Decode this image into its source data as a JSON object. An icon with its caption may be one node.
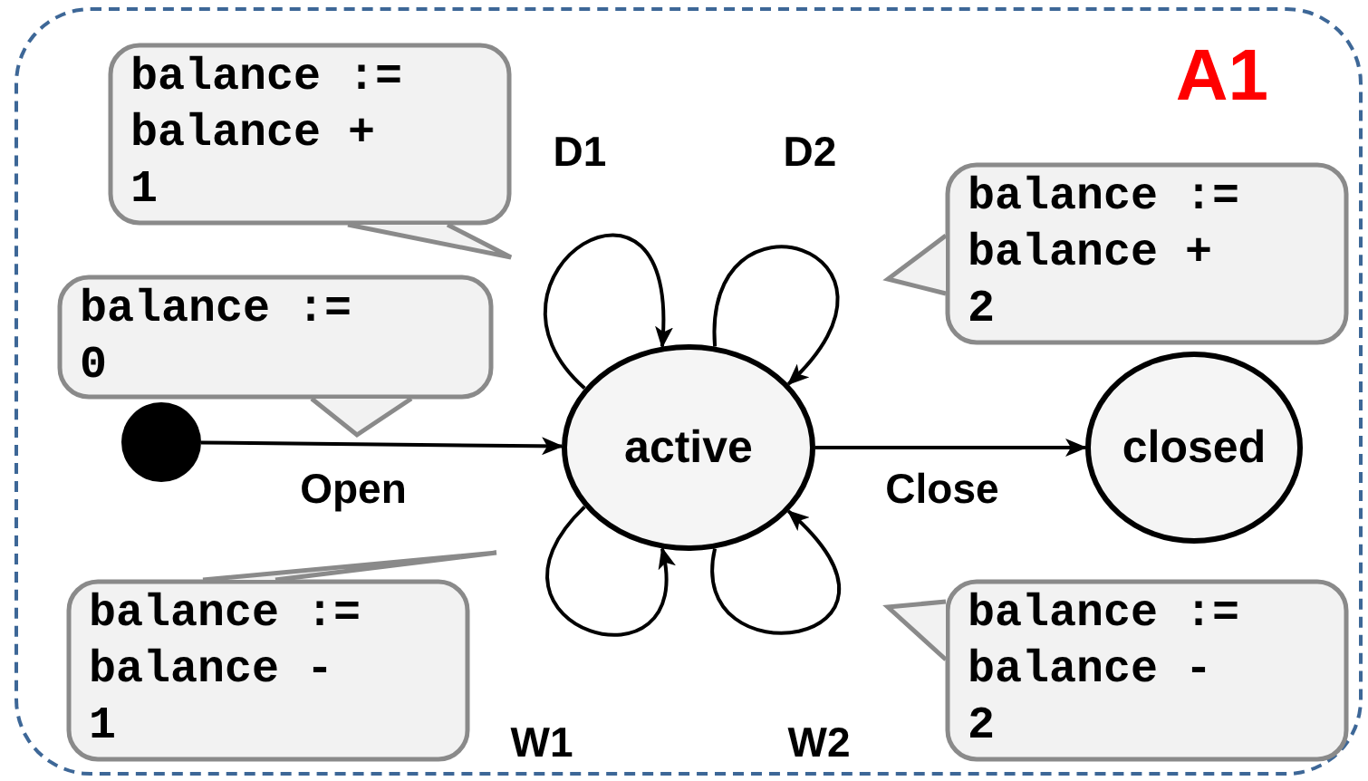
{
  "diagram": {
    "nodes": [
      {
        "text": [
          "A1"
        ]
      },
      {
        "text": [],
        "shape": "circle",
        "in": 0
      },
      {
        "text": [
          "active"
        ],
        "in": 0
      },
      {
        "text": [
          "closed"
        ],
        "in": 0
      },
      {
        "text": [
          "balance := balance + 1"
        ],
        "in": 0
      },
      {
        "text": [
          "balance := balance + 2"
        ],
        "in": 0
      },
      {
        "text": [
          "balance := 0"
        ],
        "in": 0
      },
      {
        "text": [
          "balance := balance - 1"
        ],
        "in": 0
      },
      {
        "text": [
          "balance := balance - 2"
        ],
        "in": 0
      }
    ],
    "edges": [
      {
        "from": 1,
        "to": 2,
        "arrow": "to",
        "label": "Open"
      },
      {
        "from": 2,
        "to": 3,
        "arrow": "to",
        "label": "Close"
      },
      {
        "from": 2,
        "to": 2,
        "arrow": "to",
        "label": "D1"
      },
      {
        "from": 2,
        "to": 2,
        "arrow": "to",
        "label": "D2"
      },
      {
        "from": 2,
        "to": 2,
        "arrow": "to",
        "label": "W1"
      },
      {
        "from": 2,
        "to": 2,
        "arrow": "to",
        "label": "W2"
      }
    ]
  }
}
